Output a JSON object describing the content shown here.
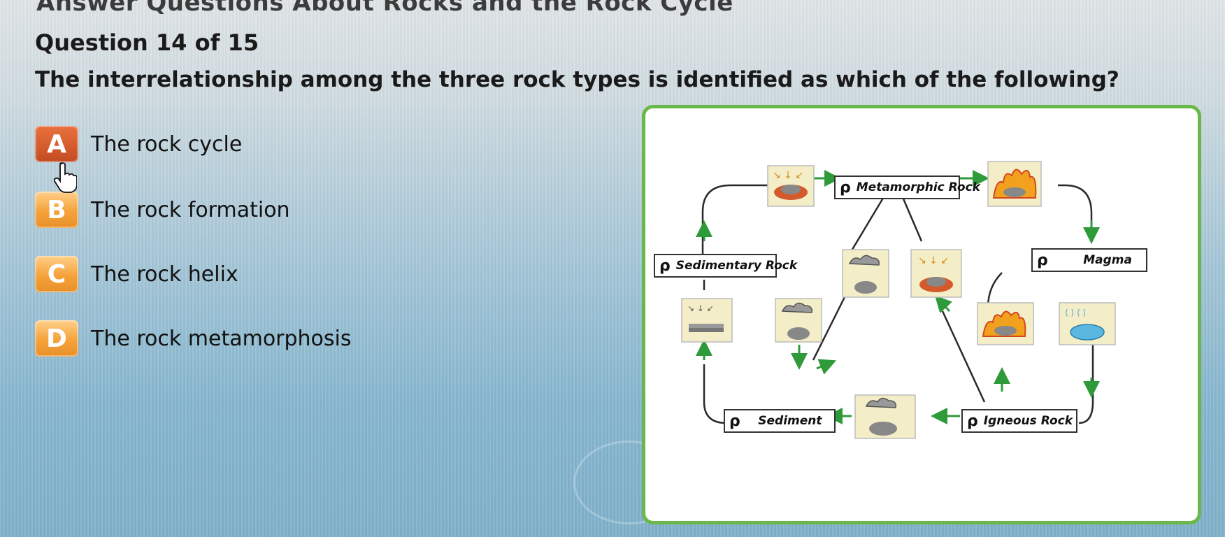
{
  "screen": {
    "title": "Answer Questions About Rocks and the Rock Cycle"
  },
  "question": {
    "number_label": "Question 14 of 15",
    "text": "The interrelationship among the three rock types is identified as which of the following?"
  },
  "answers": [
    {
      "letter": "A",
      "text": "The rock cycle",
      "selected": true
    },
    {
      "letter": "B",
      "text": "The rock formation",
      "selected": false
    },
    {
      "letter": "C",
      "text": "The rock helix",
      "selected": false
    },
    {
      "letter": "D",
      "text": "The rock metamorphosis",
      "selected": false
    }
  ],
  "diagram": {
    "labels": {
      "metamorphic": "Metamorphic Rock",
      "sedimentary": "Sedimentary Rock",
      "magma": "Magma",
      "sediment": "Sediment",
      "igneous": "Igneous Rock"
    },
    "icons": {
      "heat_pressure": "heat-pressure-icon",
      "melting": "melting-fire-icon",
      "weathering": "weathering-cloud-icon",
      "cooling": "cooling-icon",
      "compaction": "compaction-icon"
    },
    "colors": {
      "frame_border": "#6bb84a",
      "arrow": "#2e9a3a",
      "line": "#2a2a2a",
      "icon_bg": "#f4eec8"
    }
  },
  "colors": {
    "answer_letter": "#f5a23a",
    "answer_letter_selected": "#d45a2c"
  }
}
